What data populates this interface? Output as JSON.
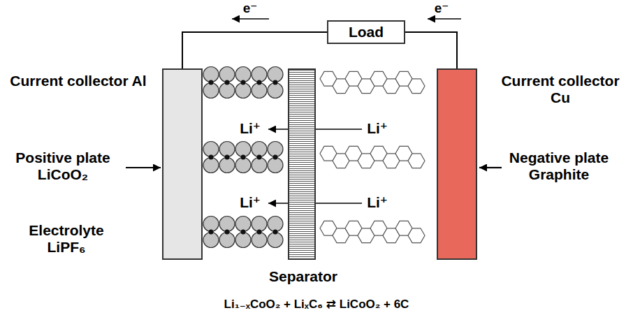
{
  "diagram": {
    "caption": "Li₁₋ₓCoO₂ + LiₓC₆ ⇄ LiCoO₂ + 6C",
    "nodes": [
      {
        "text": [
          "Load"
        ]
      },
      {
        "text": [
          "Current collector Al"
        ]
      },
      {
        "text": [
          "Separator"
        ]
      },
      {
        "text": [
          "Current collector Cu"
        ]
      }
    ],
    "edges": [
      {
        "from": 3,
        "to": 0,
        "arrow": "none"
      },
      {
        "from": 0,
        "to": 1,
        "arrow": "none"
      }
    ],
    "labels": [
      "e⁻",
      "e⁻",
      "Li⁺",
      "Li⁺",
      "Positive plate LiCoO₂",
      "Negative plate Graphite",
      "Li⁺",
      "Li⁺",
      "Electrolyte LiPF₆"
    ]
  }
}
